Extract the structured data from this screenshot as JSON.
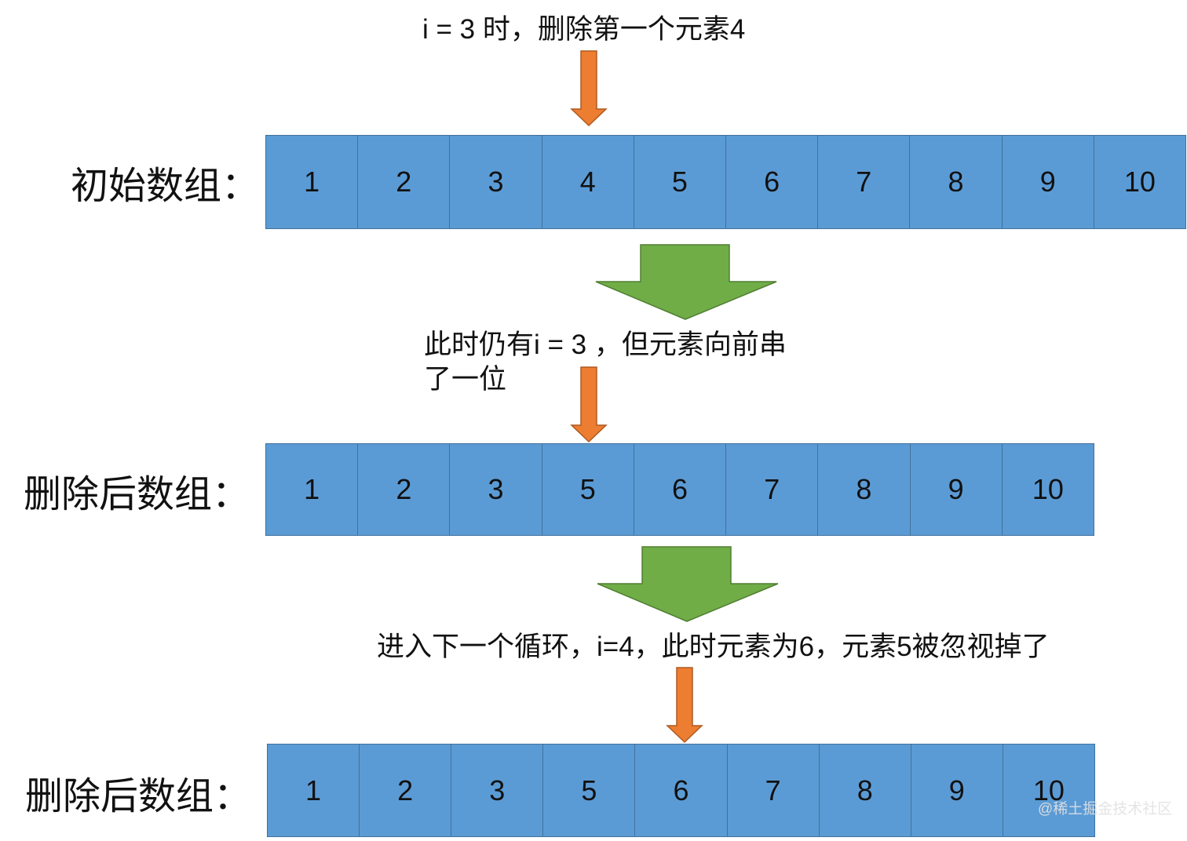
{
  "captions": {
    "step1": "i = 3 时，删除第一个元素4",
    "step2": [
      "此时仍有i = 3 ，但元素向前串",
      "了一位"
    ],
    "step3": "进入下一个循环，i=4，此时元素为6，元素5被忽视掉了"
  },
  "arrays": [
    {
      "label": "初始数组：",
      "cells": [
        1,
        2,
        3,
        4,
        5,
        6,
        7,
        8,
        9,
        10
      ]
    },
    {
      "label": "删除后数组：",
      "cells": [
        1,
        2,
        3,
        5,
        6,
        7,
        8,
        9,
        10
      ]
    },
    {
      "label": "删除后数组：",
      "cells": [
        1,
        2,
        3,
        5,
        6,
        7,
        8,
        9,
        10
      ]
    }
  ],
  "watermark": "@稀土掘金技术社区",
  "colors": {
    "cell_fill": "#5B9BD5",
    "cell_border": "#41719C",
    "pointer_arrow": "#ED7D31",
    "transition_arrow": "#70AD47"
  }
}
